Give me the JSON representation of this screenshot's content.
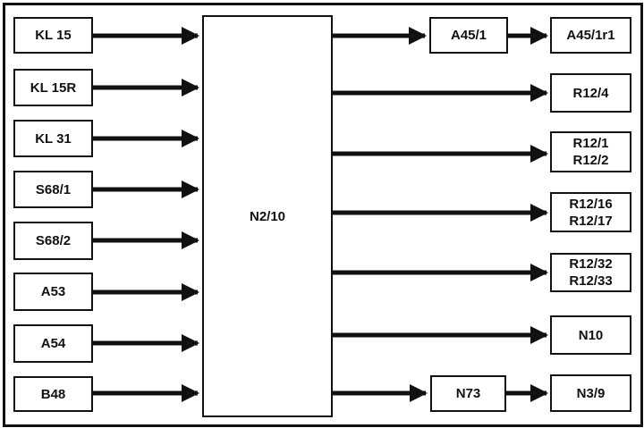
{
  "diagram": {
    "central_unit": "N2/10",
    "inputs": [
      "KL 15",
      "KL 15R",
      "KL 31",
      "S68/1",
      "S68/2",
      "A53",
      "A54",
      "B48"
    ],
    "outputs": [
      {
        "via": "A45/1",
        "label": [
          "A45/1r1"
        ]
      },
      {
        "via": null,
        "label": [
          "R12/4"
        ]
      },
      {
        "via": null,
        "label": [
          "R12/1",
          "R12/2"
        ]
      },
      {
        "via": null,
        "label": [
          "R12/16",
          "R12/17"
        ]
      },
      {
        "via": null,
        "label": [
          "R12/32",
          "R12/33"
        ]
      },
      {
        "via": null,
        "label": [
          "N10"
        ]
      },
      {
        "via": "N73",
        "label": [
          "N3/9"
        ]
      }
    ],
    "line_color": "#111111"
  }
}
